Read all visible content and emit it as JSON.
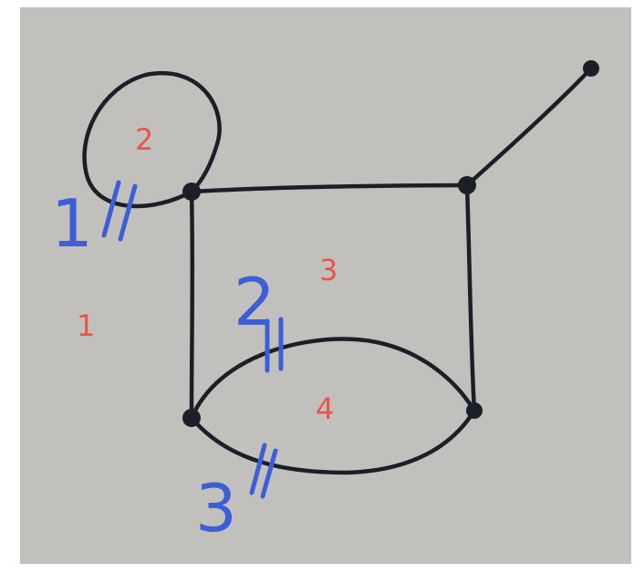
{
  "colors": {
    "paper": "#c2c0bd",
    "ink": "#1b1f27",
    "face_label": "#e8544a",
    "annotation": "#3d5fd6"
  },
  "faces": [
    {
      "id": "face-1",
      "text": "1"
    },
    {
      "id": "face-2",
      "text": "2"
    },
    {
      "id": "face-3",
      "text": "3"
    },
    {
      "id": "face-4",
      "text": "4"
    }
  ],
  "cut_marks": [
    {
      "id": "cut-1",
      "text": "1"
    },
    {
      "id": "cut-2",
      "text": "2"
    },
    {
      "id": "cut-3",
      "text": "3"
    }
  ]
}
